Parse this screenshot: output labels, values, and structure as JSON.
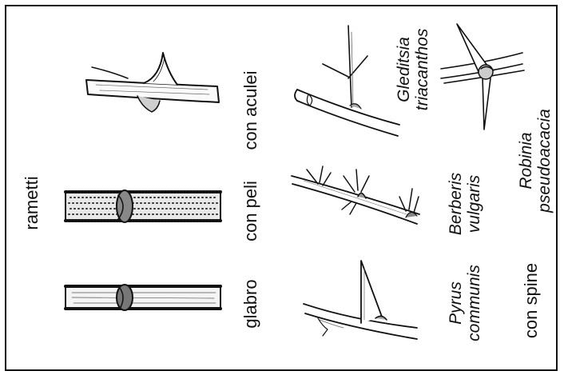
{
  "title": "rametti",
  "row_labels": {
    "glabro": "glabro",
    "con_peli": "con peli",
    "con_aculei": "con aculei"
  },
  "group_label": "con spine",
  "species": [
    {
      "genus": "Pyrus",
      "epithet": "communis"
    },
    {
      "genus": "Berberis",
      "epithet": "vulgaris"
    },
    {
      "genus": "Gleditsia",
      "epithet": "triacanthos"
    },
    {
      "genus": "Robinia",
      "epithet": "pseudoacacia"
    }
  ]
}
